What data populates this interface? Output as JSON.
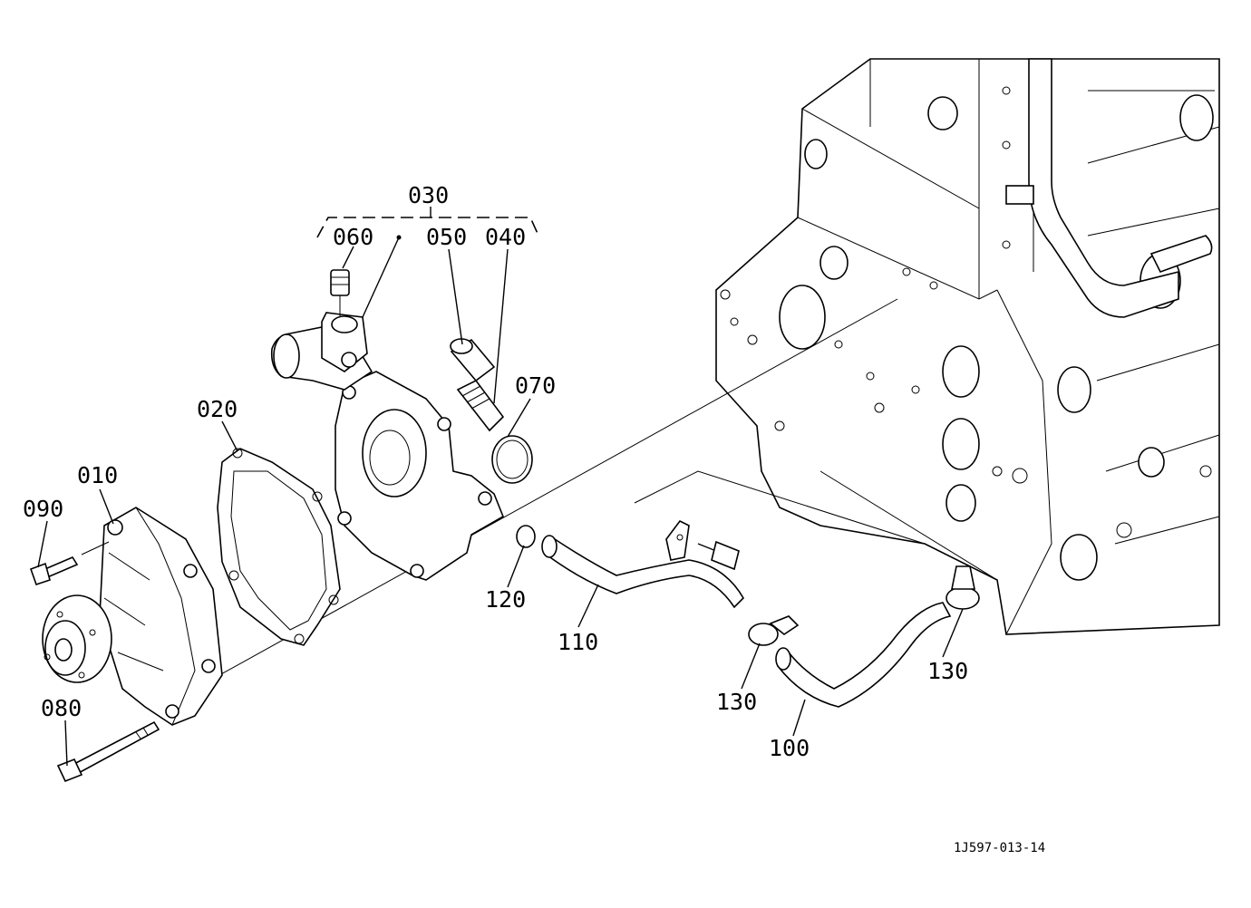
{
  "labels": {
    "p010": "010",
    "p020": "020",
    "p030": "030",
    "p040": "040",
    "p050": "050",
    "p060": "060",
    "p070": "070",
    "p080": "080",
    "p090": "090",
    "p100": "100",
    "p110": "110",
    "p120": "120",
    "p130a": "130",
    "p130b": "130"
  },
  "reference": "1J597-013-14",
  "colors": {
    "line": "#000000",
    "background": "#ffffff"
  }
}
